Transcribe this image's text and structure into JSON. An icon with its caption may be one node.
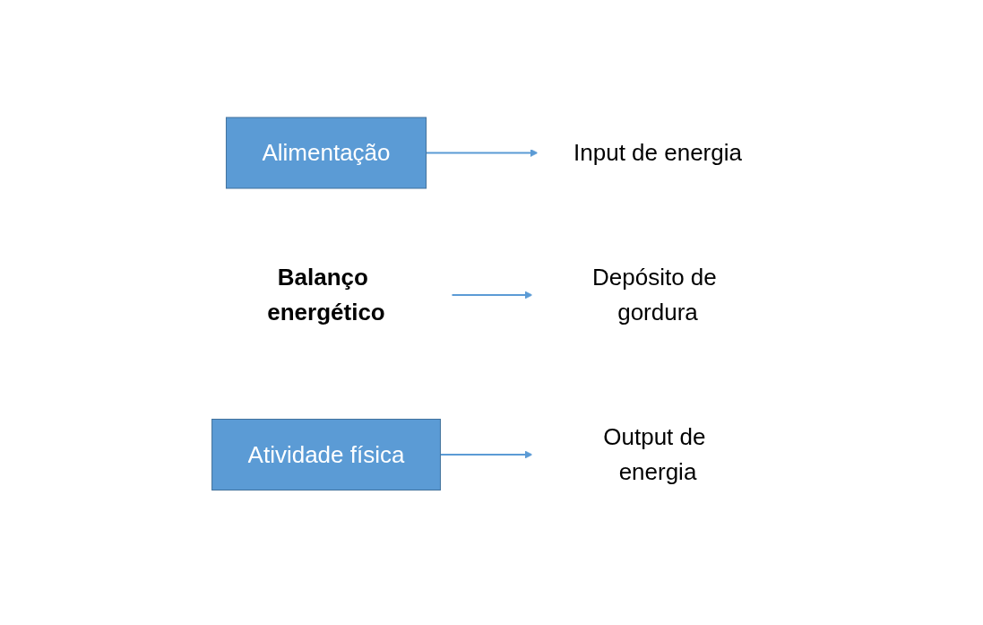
{
  "diagram": {
    "nodes": [
      {
        "text": [
          "Alimentação"
        ]
      },
      {
        "text": [
          "Input de energia"
        ]
      },
      {
        "text": [
          "Balanço energético"
        ]
      },
      {
        "text": [
          "Depósito de gordura"
        ]
      },
      {
        "text": [
          "Atividade física"
        ]
      },
      {
        "text": [
          "Output de energia"
        ]
      }
    ],
    "edges": [
      {
        "from": 0,
        "to": 1,
        "arrow": "to"
      },
      {
        "from": 2,
        "to": 3,
        "arrow": "to"
      },
      {
        "from": 4,
        "to": 5,
        "arrow": "to"
      }
    ]
  }
}
